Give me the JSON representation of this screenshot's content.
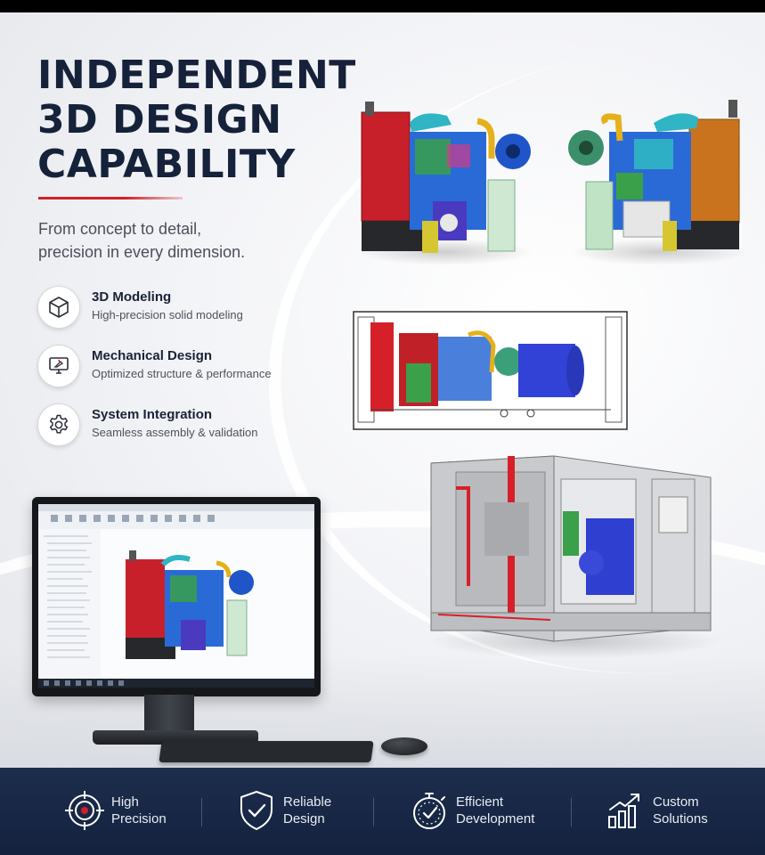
{
  "title": {
    "line1": "INDEPENDENT",
    "line2": "3D DESIGN",
    "line3": "CAPABILITY"
  },
  "subtitle": {
    "line1": "From concept to detail,",
    "line2": "precision in every dimension."
  },
  "features": [
    {
      "title": "3D Modeling",
      "description": "High-precision solid modeling",
      "icon": "cube-icon"
    },
    {
      "title": "Mechanical Design",
      "description": "Optimized structure & performance",
      "icon": "design-monitor-icon"
    },
    {
      "title": "System Integration",
      "description": "Seamless assembly & validation",
      "icon": "gear-icon"
    }
  ],
  "bottom_bar": [
    {
      "line1": "High",
      "line2": "Precision",
      "icon": "target-icon"
    },
    {
      "line1": "Reliable",
      "line2": "Design",
      "icon": "shield-check-icon"
    },
    {
      "line1": "Efficient",
      "line2": "Development",
      "icon": "stopwatch-icon"
    },
    {
      "line1": "Custom",
      "line2": "Solutions",
      "icon": "growth-chart-icon"
    }
  ],
  "colors": {
    "title": "#16213a",
    "accent_red": "#d11f2a",
    "bottom_bar": "#1c2d4b",
    "engine_red": "#c8202a",
    "engine_blue": "#1f55c8",
    "engine_orange": "#c9731e"
  }
}
